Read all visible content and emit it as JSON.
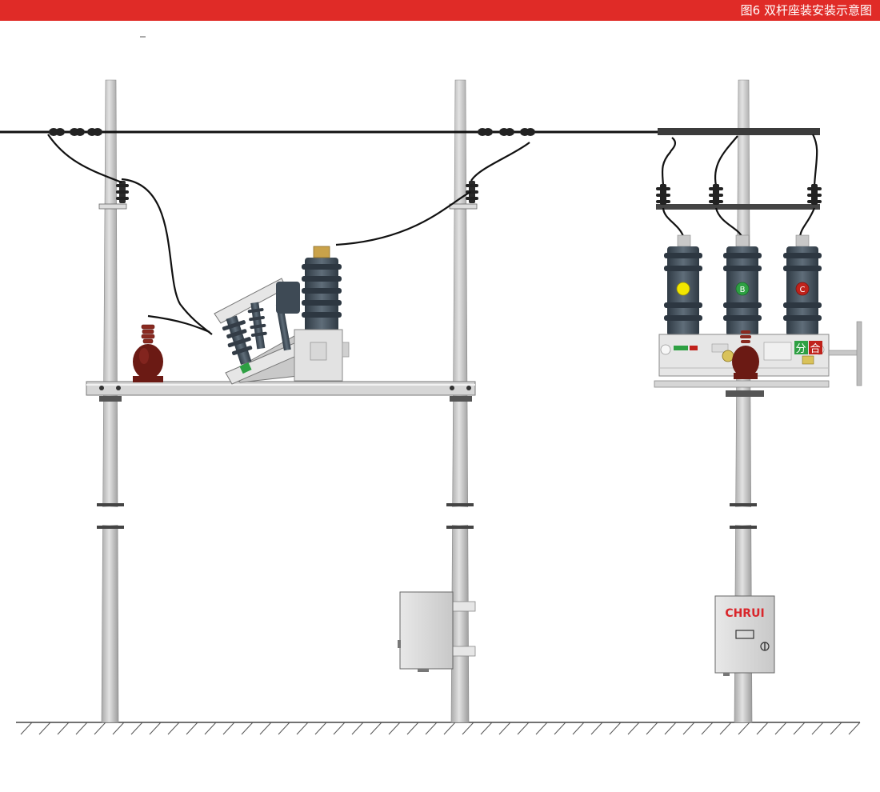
{
  "header": {
    "title": "图6 双杆座装安装示意图"
  },
  "phases": {
    "a": "",
    "b": "B",
    "c": "C"
  },
  "switch": {
    "open_label": "分",
    "close_label": "合"
  },
  "control_box": {
    "brand": "CHRUI"
  },
  "colors": {
    "header": "#e02b27",
    "pole": "#cfcfcf",
    "insulator": "#4a5560",
    "pt_body": "#6b1a14",
    "phase_a": "#f2e600",
    "phase_b": "#2ea043",
    "phase_c": "#c0221b",
    "brand": "#d9262b"
  }
}
